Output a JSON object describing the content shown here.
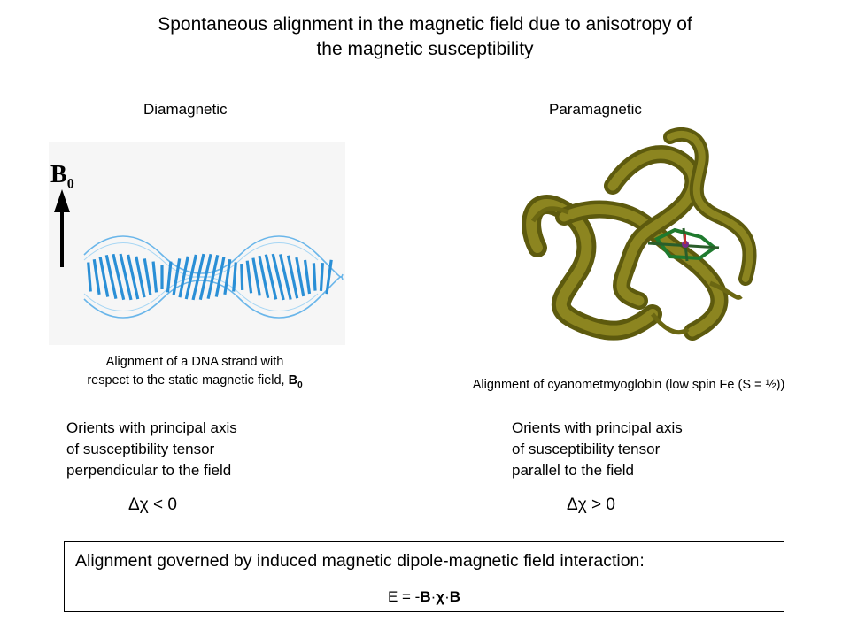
{
  "title": {
    "line1": "Spontaneous alignment in the magnetic field due to anisotropy of",
    "line2": "the magnetic susceptibility"
  },
  "left": {
    "heading": "Diamagnetic",
    "field_label": "B",
    "field_sub": "0",
    "caption_line1": "Alignment of a DNA strand with",
    "caption_line2_prefix": "respect to the static magnetic field, ",
    "caption_line2_symbol": "B",
    "caption_line2_sub": "0",
    "orient": [
      "Orients with principal axis",
      "of susceptibility tensor",
      "perpendicular to the field"
    ],
    "delta": "Δχ < 0",
    "helix_color": "#2a8fd6"
  },
  "right": {
    "heading": "Paramagnetic",
    "caption": "Alignment of cyanometmyoglobin (low spin Fe (S = ½))",
    "orient": [
      "Orients with principal axis",
      "of susceptibility tensor",
      "parallel to the field"
    ],
    "delta": "Δχ > 0",
    "protein_color": "#7a7412",
    "heme_color": "#1f7a2e"
  },
  "box": {
    "line1": "Alignment governed by induced magnetic dipole-magnetic field interaction:",
    "eq_prefix": "E = -",
    "eq_b1": "B",
    "eq_dot1": "·",
    "eq_chi": "χ",
    "eq_dot2": "·",
    "eq_b2": "B"
  }
}
